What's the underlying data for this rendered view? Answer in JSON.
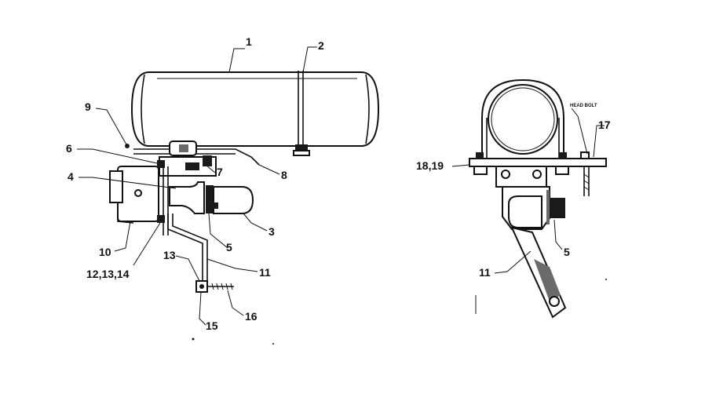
{
  "labels": {
    "l1": "1",
    "l2": "2",
    "l3": "3",
    "l4": "4",
    "l5": "5",
    "l5b": "5",
    "l6": "6",
    "l7": "7",
    "l8": "8",
    "l9": "9",
    "l10": "10",
    "l11": "11",
    "l11b": "11",
    "l12": "12,13,14",
    "l13": "13",
    "l15": "15",
    "l16": "16",
    "l17": "17",
    "l18": "18,19",
    "headbolt": "HEAD BOLT"
  }
}
